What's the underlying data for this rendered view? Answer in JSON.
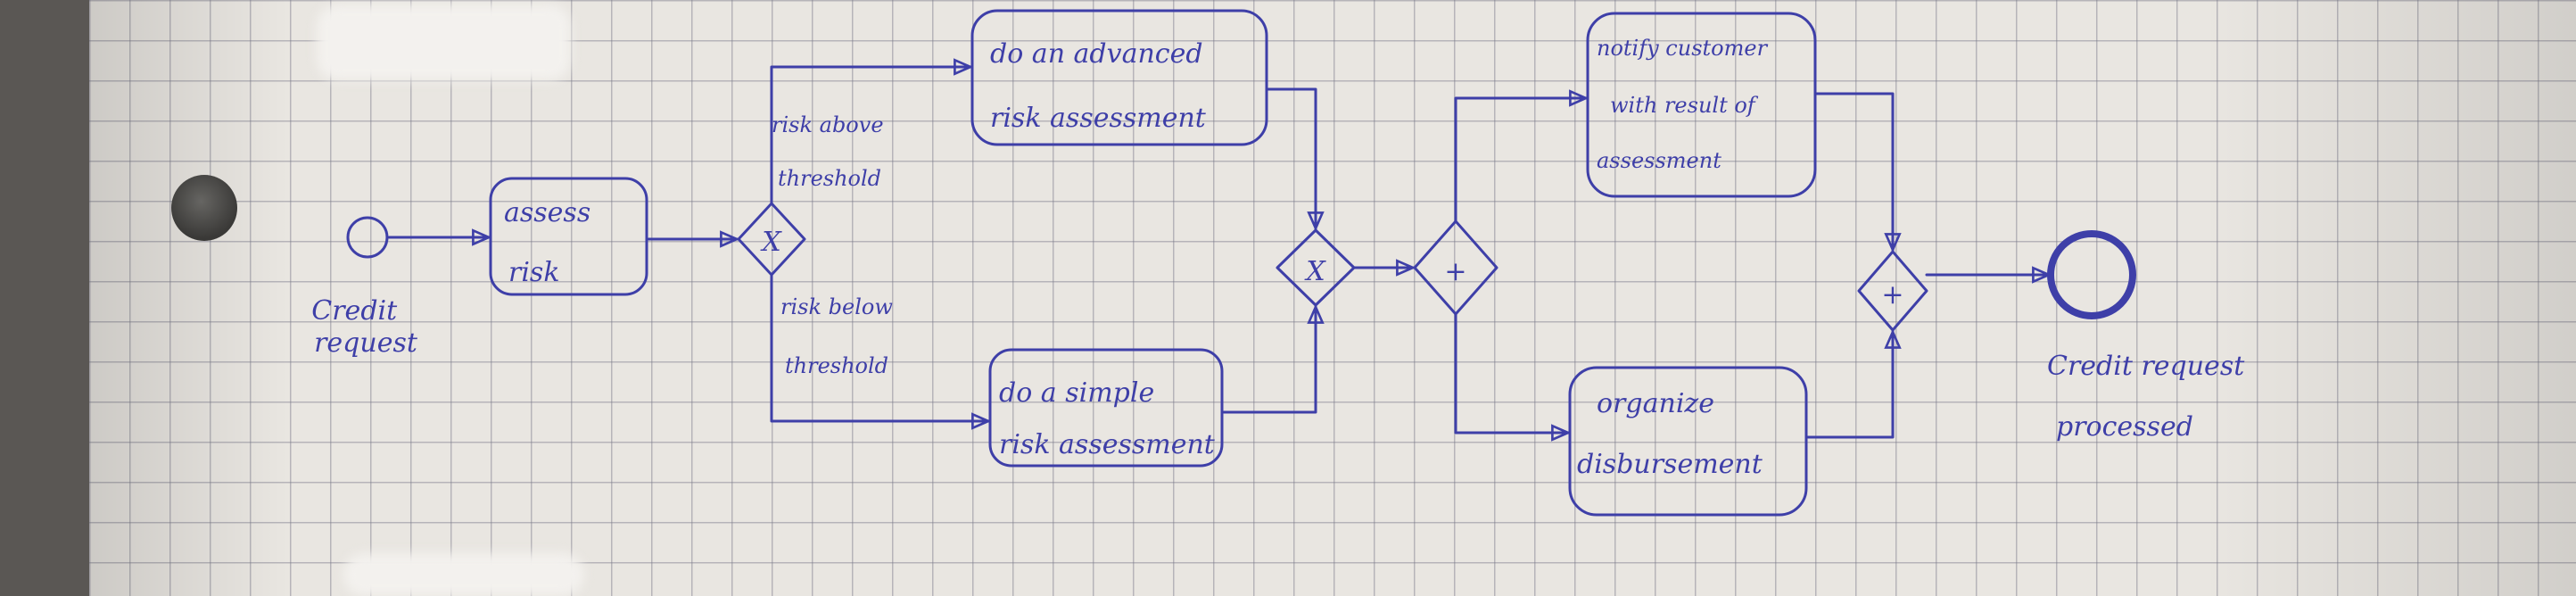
{
  "diagram": {
    "start_event_label": [
      "Credit",
      "request"
    ],
    "end_event_label": [
      "Credit request",
      "processed"
    ],
    "tasks": {
      "assess_risk": [
        "assess",
        "risk"
      ],
      "advanced_risk": [
        "do an advanced",
        "risk assessment"
      ],
      "simple_risk": [
        "do a simple",
        "risk assessment"
      ],
      "notify_customer": [
        "notify customer",
        "with result of",
        "assessment"
      ],
      "organize_disbursement": [
        "organize",
        "disbursement"
      ]
    },
    "gateway_symbols": {
      "exclusive": "X",
      "parallel": "+"
    },
    "flow_labels": {
      "above": [
        "risk above",
        "threshold"
      ],
      "below": [
        "risk below",
        "threshold"
      ]
    },
    "colors": {
      "ink": "#3e3fa8",
      "paper": "#e9e6e1",
      "grid": "#7878874d",
      "background": "#5a5754"
    }
  }
}
